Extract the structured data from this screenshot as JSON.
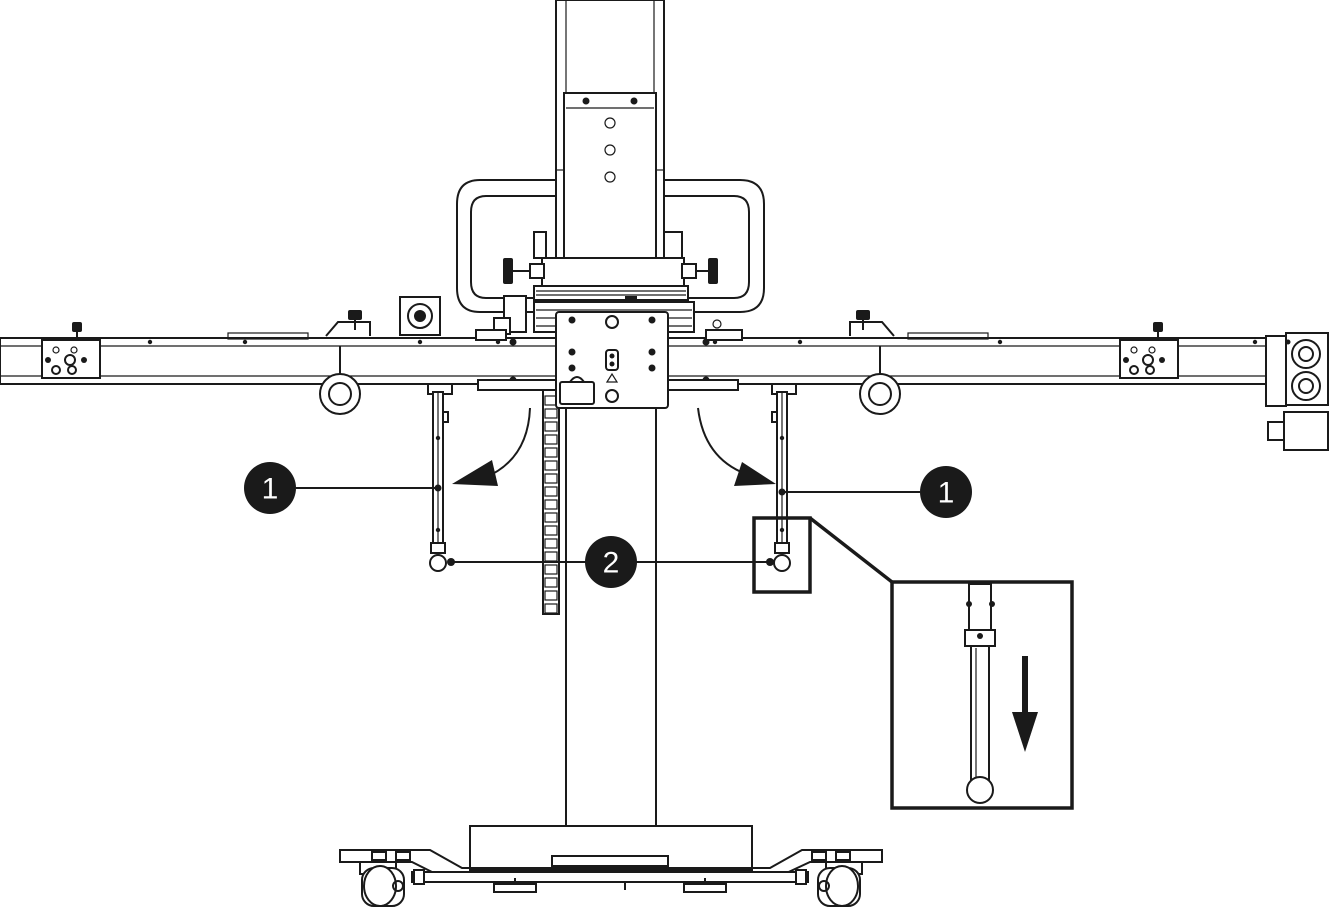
{
  "figure": {
    "colors": {
      "ink": "#1a1a1a",
      "paper": "#ffffff",
      "callout_fill": "#1a1a1a",
      "callout_text": "#ffffff"
    }
  },
  "callouts": [
    {
      "id": "left-1",
      "label": "1"
    },
    {
      "id": "right-1",
      "label": "1"
    },
    {
      "id": "center-2",
      "label": "2"
    }
  ],
  "icons": [
    "curved-arrow-icon",
    "down-arrow-icon",
    "caster-wheel-icon",
    "knob-icon"
  ]
}
